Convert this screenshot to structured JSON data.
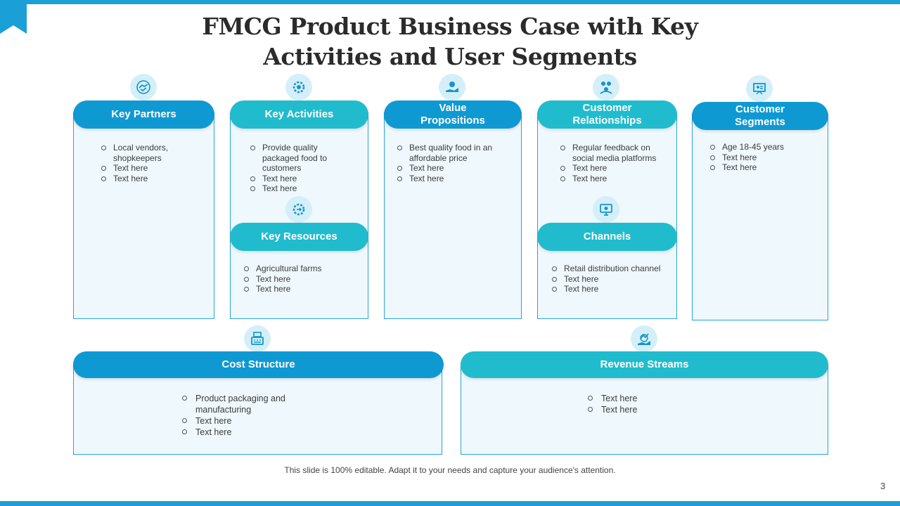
{
  "title": "FMCG Product Business Case with Key Activities and User Segments",
  "colors": {
    "accent_blue": "#0f99d3",
    "accent_teal": "#20bccd",
    "panel_bg": "#eef8fd",
    "bar": "#1a9fd6"
  },
  "sections": {
    "key_partners": {
      "label": "Key Partners",
      "icon": "handshake-icon",
      "items": [
        "Local vendors, shopkeepers",
        "Text here",
        "Text here"
      ]
    },
    "key_activities": {
      "label": "Key Activities",
      "icon": "gear-icon",
      "items": [
        "Provide quality packaged food to customers",
        "Text here",
        "Text here"
      ]
    },
    "key_resources": {
      "label": "Key Resources",
      "icon": "cog-arrows-icon",
      "items": [
        "Agricultural farms",
        "Text here",
        "Text here"
      ]
    },
    "value_propositions": {
      "label": "Value Propositions",
      "icon": "hand-money-icon",
      "items": [
        "Best quality food in an affordable price",
        "Text here",
        "Text here"
      ]
    },
    "customer_relationships": {
      "label": "Customer Relationships",
      "icon": "people-network-icon",
      "items": [
        "Regular feedback on social media platforms",
        "Text here",
        "Text here"
      ]
    },
    "channels": {
      "label": "Channels",
      "icon": "monitor-icon",
      "items": [
        "Retail distribution channel",
        "Text here",
        "Text here"
      ]
    },
    "customer_segments": {
      "label": "Customer Segments",
      "icon": "presentation-icon",
      "items": [
        "Age 18-45 years",
        "Text here",
        "Text here"
      ]
    },
    "cost_structure": {
      "label": "Cost Structure",
      "icon": "cash-register-icon",
      "items": [
        "Product packaging and manufacturing",
        "Text here",
        "Text here"
      ]
    },
    "revenue_streams": {
      "label": "Revenue Streams",
      "icon": "hand-growth-icon",
      "items": [
        "Text here",
        "Text here"
      ]
    }
  },
  "footer_note": "This slide is 100% editable. Adapt it to your needs and capture your audience's attention.",
  "page_number": "3"
}
